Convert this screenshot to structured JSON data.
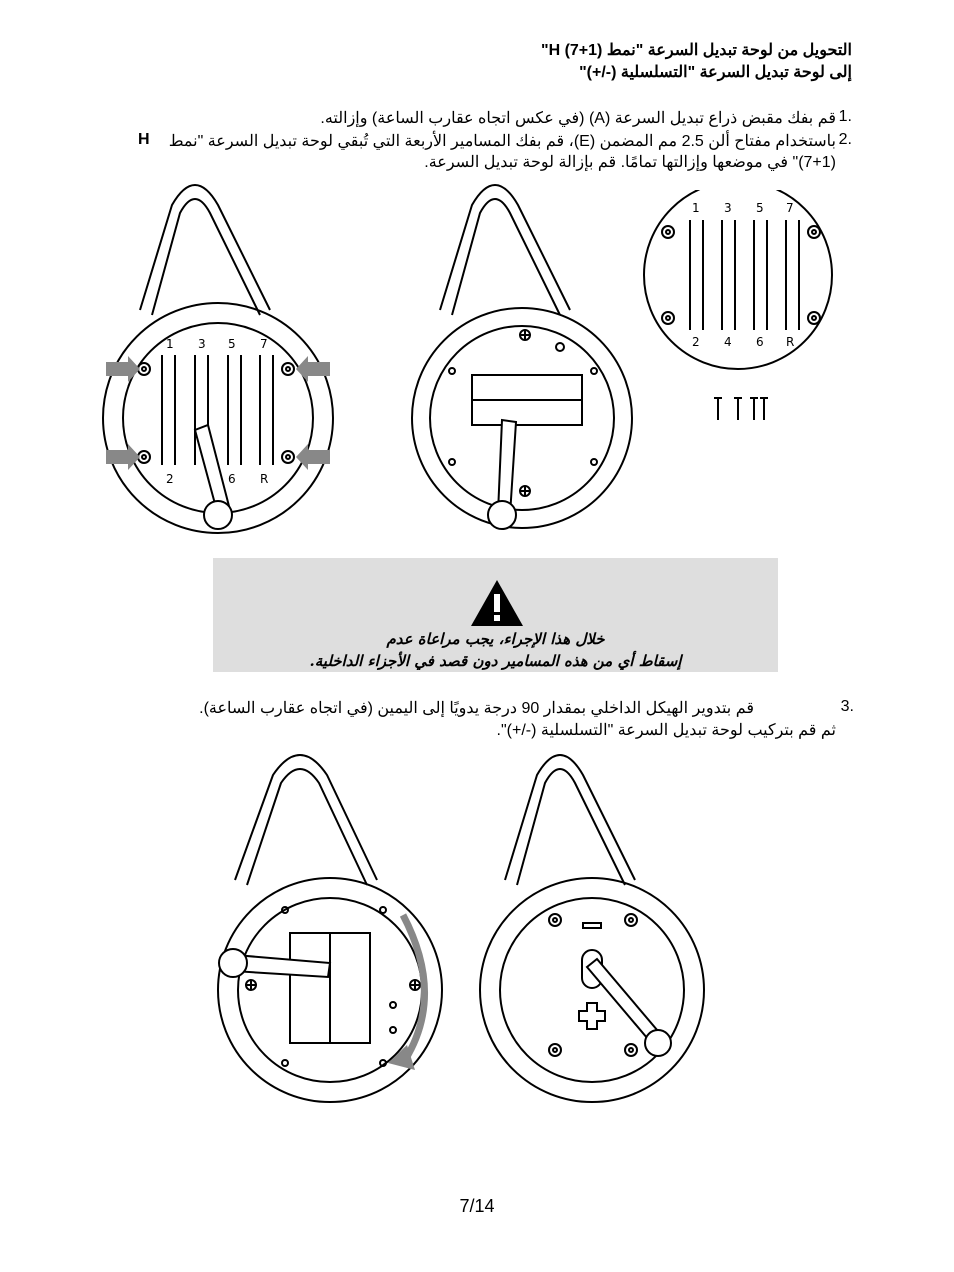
{
  "title": {
    "line1": "التحويل من لوحة تبديل السرعة \"نمط H (7+1)\"",
    "line2": "إلى لوحة تبديل السرعة \"التسلسلية (-/+)\""
  },
  "steps": {
    "s1_num": "1.",
    "s1": "قم بفك مقبض ذراع تبديل السرعة (A) (في عكس اتجاه عقارب الساعة) وإزالته.",
    "s2_num": "2.",
    "s2_line1": "باستخدام مفتاح ألن 2.5 مم المضمن (E)، قم بفك المسامير الأربعة التي تُبقي لوحة تبديل السرعة \"نمط",
    "s2_H": "H",
    "s2_line2": "(7+1)\" في موضعها وإزالتها تمامًا. قم بإزالة لوحة تبديل السرعة.",
    "s3_num": "3.",
    "s3_line1": "قم بتدوير الهيكل الداخلي بمقدار 90 درجة يدويًا إلى اليمين (في اتجاه عقارب الساعة).",
    "s3_line2": "ثم قم بتركيب لوحة تبديل السرعة \"التسلسلية (-/+)\"."
  },
  "warning": {
    "line1": "خلال هذا الإجراء، يجب مراعاة عدم",
    "line2": "إسقاط أي من هذه المسامير دون قصد في الأجزاء الداخلية."
  },
  "gates": {
    "top": [
      "1",
      "3",
      "5",
      "7"
    ],
    "bottom": [
      "2",
      "4",
      "6",
      "R"
    ],
    "fig1_bottom": [
      "2",
      "6",
      "R"
    ]
  },
  "page_number": "7/14"
}
